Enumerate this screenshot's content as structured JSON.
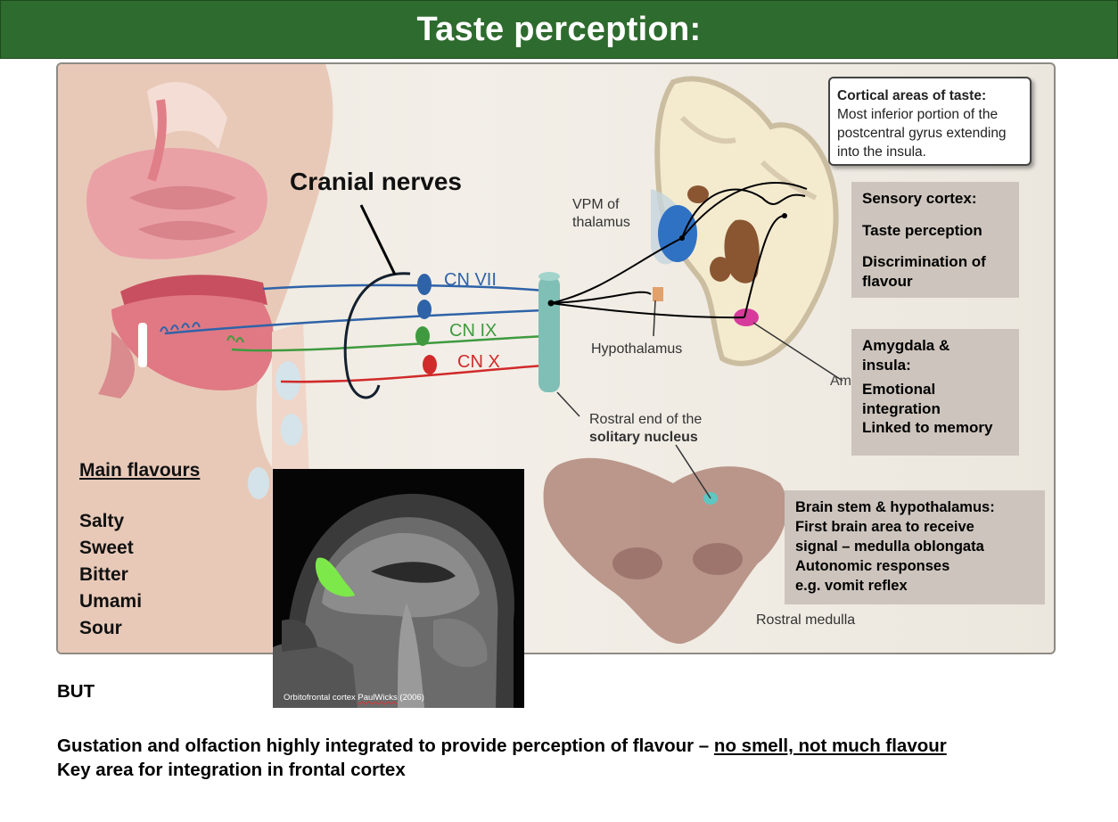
{
  "title": "Taste perception:",
  "figure": {
    "cranial_nerves_label": "Cranial nerves",
    "nerves": [
      {
        "label": "CN VII",
        "color": "#2f63a8"
      },
      {
        "label": "CN IX",
        "color": "#3f9a3f"
      },
      {
        "label": "CN X",
        "color": "#d12a2a"
      }
    ],
    "vpm_label": [
      "VPM of",
      "thalamus"
    ],
    "hypothalamus_label": "Hypothalamus",
    "amygdala_label": "Amygdala",
    "solitary_label_line1": "Rostral end of the",
    "solitary_label_line2": "solitary nucleus",
    "rostral_medulla_label": "Rostral medulla",
    "callout": {
      "heading": "Cortical areas of taste:",
      "lines": [
        "Most inferior portion of the",
        "postcentral gyrus extending",
        "into the insula."
      ]
    },
    "sensory_box": [
      "Sensory cortex:",
      "Taste perception",
      "Discrimination of",
      "flavour"
    ],
    "amygdala_box": [
      "Amygdala &",
      "insula:",
      "Emotional",
      "integration",
      "Linked to memory"
    ],
    "brainstem_box": [
      "Brain stem & hypothalamus:",
      "First brain area to receive",
      "signal – medulla oblongata",
      "Autonomic responses",
      "e.g. vomit reflex"
    ]
  },
  "flavours": {
    "heading": "Main flavours",
    "items": [
      "Salty",
      "Sweet",
      "Bitter",
      "Umami",
      "Sour"
    ]
  },
  "mri": {
    "caption_pre": "Orbitofrontal cortex ",
    "caption_name": "PaulWicks",
    "caption_post": " (2006)",
    "highlight_color": "#7de84a"
  },
  "bottom": {
    "but": "BUT",
    "line1_main": "Gustation and olfaction highly integrated to provide perception of flavour – ",
    "line1_underlined": "no smell, not much flavour",
    "line2": "Key area for integration in frontal cortex"
  }
}
